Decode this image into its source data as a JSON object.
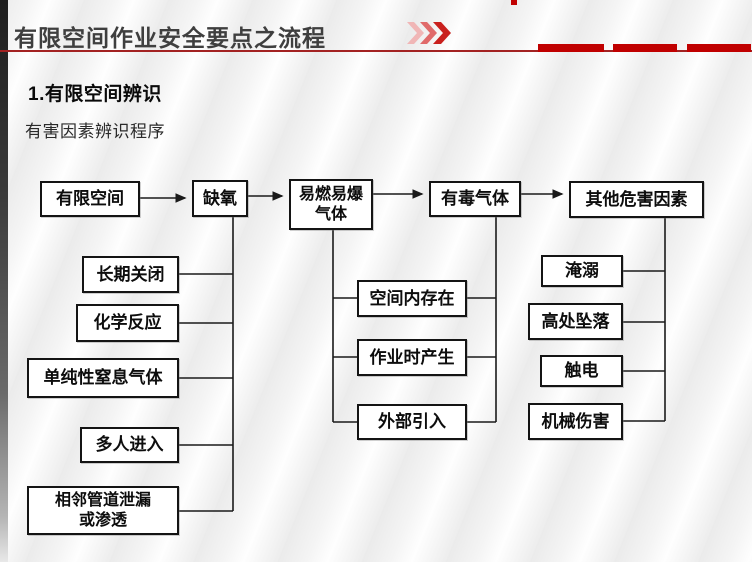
{
  "header": {
    "title": "有限空间作业安全要点之流程",
    "chevron_icon": "triple-chevron-right",
    "decor_bar_count": 3
  },
  "section": {
    "heading": "1.有限空间辨识",
    "subheading": "有害因素辨识程序"
  },
  "diagram": {
    "chain": {
      "limited_space": "有限空间",
      "oxygen_deficiency": "缺氧",
      "flammable_gas": "易燃易爆\n气体",
      "toxic_gas": "有毒气体",
      "other_hazards": "其他危害因素"
    },
    "oxygen_causes": [
      "长期关闭",
      "化学反应",
      "单纯性窒息气体",
      "多人进入",
      "相邻管道泄漏\n或渗透"
    ],
    "gas_sources": [
      "空间内存在",
      "作业时产生",
      "外部引入"
    ],
    "other_hazard_items": [
      "淹溺",
      "高处坠落",
      "触电",
      "机械伤害"
    ]
  },
  "colors": {
    "accent_red": "#c00000",
    "rule_red": "#a32222",
    "title_gray": "#3f3f3f",
    "line_black": "#1a1a1a",
    "chevron_light": "#f0b6b6",
    "chevron_mid": "#e06a6a",
    "chevron_dark": "#c9201d"
  }
}
